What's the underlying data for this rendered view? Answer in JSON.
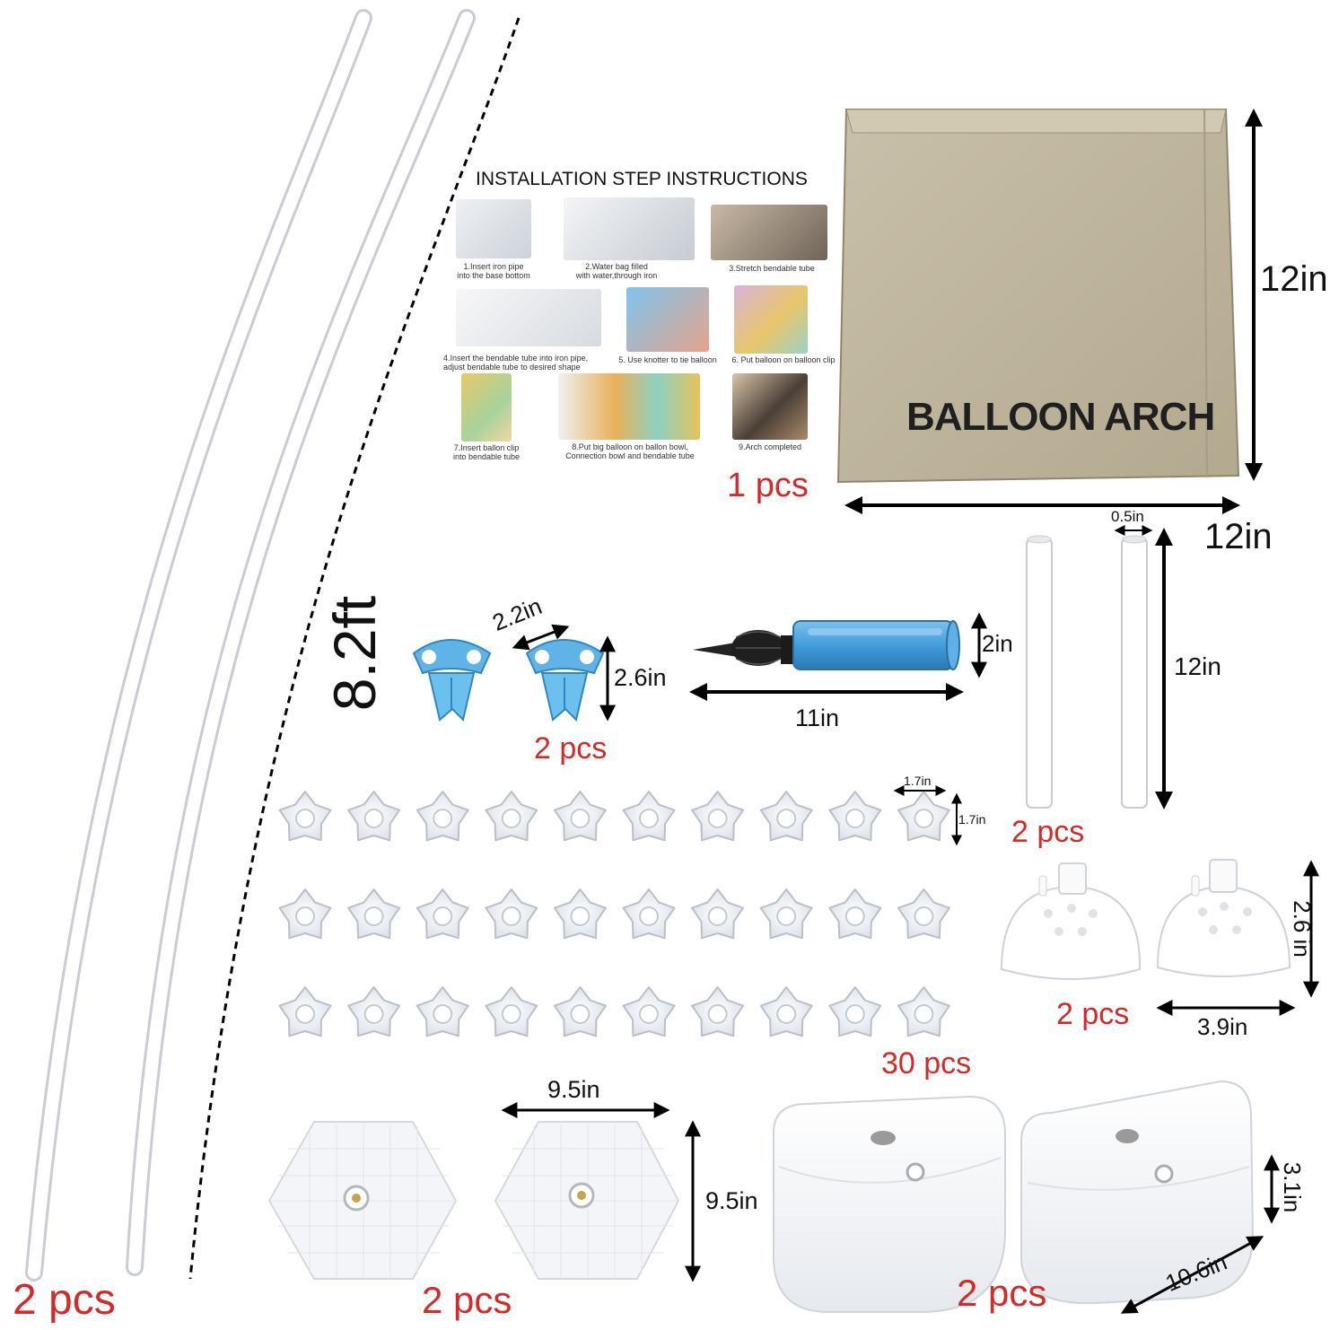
{
  "colors": {
    "qty_red": "#d42a2a",
    "box_kraft": "#bfb59f",
    "pump_blue": "#3d9ad8",
    "tool_blue": "#5fb3e6"
  },
  "instructions": {
    "title": "INSTALLATION STEP INSTRUCTIONS",
    "steps": [
      "1.Insert iron pipe\ninto the base bottom",
      "2.Water bag filled\nwith water,through iron",
      "3.Stretch bendable tube",
      "4.Insert the bendable tube into  iron pipe,\nadjust bendable tube to desired shape",
      "5. Use knotter to tie balloon",
      "6. Put balloon on balloon clip",
      "7.Insert ballon clip\ninto bendable tube",
      "8.Put big balloon on ballon bowl,\nConnection bowl and bendable tube",
      "9.Arch completed"
    ],
    "qty": "1 pcs"
  },
  "box": {
    "label": "BALLOON ARCH",
    "height": "12in",
    "width": "12in"
  },
  "arch_tube": {
    "length": "8.2ft",
    "qty": "2 pcs"
  },
  "knotter": {
    "width": "2.2in",
    "height": "2.6in",
    "qty": "2 pcs"
  },
  "pump": {
    "length": "11in",
    "height": "2in"
  },
  "poles": {
    "diameter": "0.5in",
    "length": "12in",
    "qty": "2 pcs"
  },
  "clips": {
    "width": "1.7in",
    "height": "1.7in",
    "qty": "30 pcs",
    "rows": 3,
    "cols": 10
  },
  "bowls": {
    "height": "2.6 in",
    "width": "3.9in",
    "qty": "2 pcs"
  },
  "hex_base": {
    "width": "9.5in",
    "height": "9.5in",
    "qty": "2 pcs"
  },
  "water_bag": {
    "height": "3.1in",
    "length": "10.6in",
    "qty": "2 pcs"
  }
}
